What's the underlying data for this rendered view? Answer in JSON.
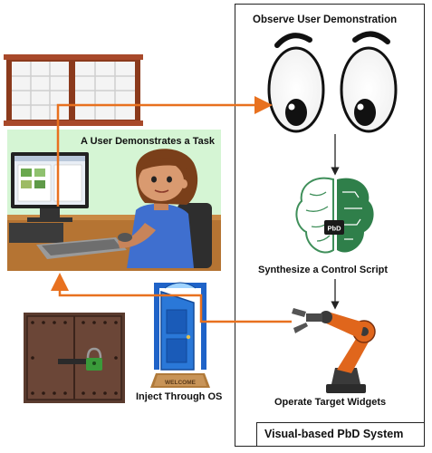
{
  "system": {
    "title": "Visual-based PbD System",
    "observe_label": "Observe User Demonstration",
    "synthesize_label": "Synthesize a Control Script",
    "operate_label": "Operate Target Widgets",
    "brain_chip_label": "PbD"
  },
  "scene": {
    "demonstrate_label": "A User Demonstrates a Task",
    "inject_label": "Inject Through OS",
    "doormat_label": "WELCOME"
  },
  "colors": {
    "arrow": "#e8711f",
    "panel_bg": "#d5f5d4",
    "window_frame": "#8b3a1c",
    "door_blue": "#1f63c8",
    "robot_orange": "#e0661c",
    "vault_brown": "#5a3b2e"
  }
}
